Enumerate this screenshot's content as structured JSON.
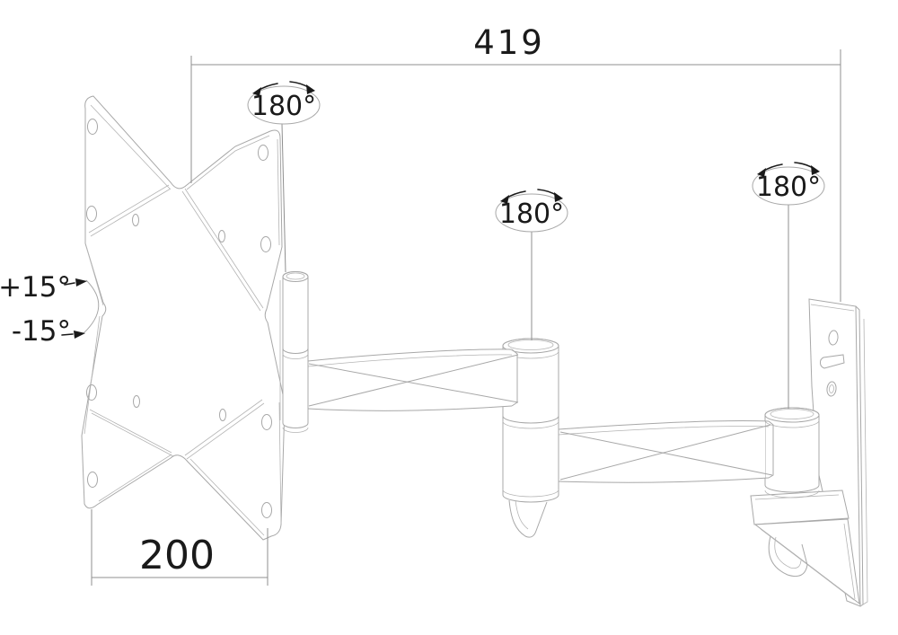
{
  "diagram": {
    "type": "technical-drawing",
    "description": "Line drawing of an articulating TV wall-mount arm: VESA plate, two swivel arms, wall bracket",
    "dimensions": {
      "overall_arm_length": "419",
      "vesa_plate_width": "200"
    },
    "angle_callouts": {
      "vesa_swivel": "180°",
      "middle_swivel": "180°",
      "wall_swivel": "180°",
      "tilt_up": "+15°",
      "tilt_down": "-15°"
    },
    "colors": {
      "background": "#ffffff",
      "part_line": "#a8a8a8",
      "dimension_line": "#8f8f8f",
      "text": "#1a1a1a"
    },
    "icons": {
      "rotation_arrows": "curved-double-rotation-arrow",
      "tilt_arrows": "solid-wedge-arrow"
    }
  }
}
